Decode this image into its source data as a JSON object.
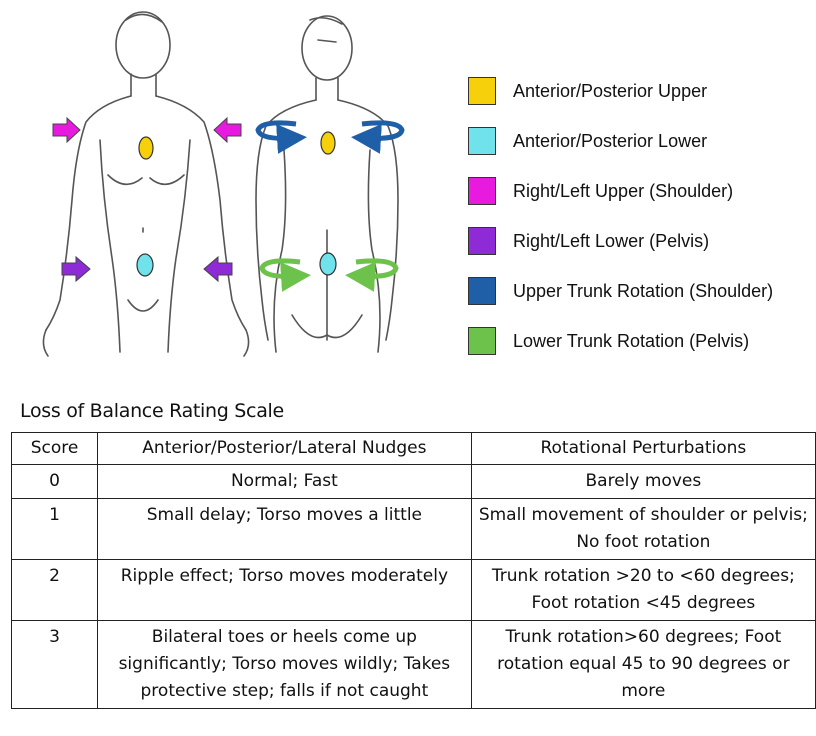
{
  "legend": [
    {
      "label": "Anterior/Posterior Upper",
      "color": "#f6d10b",
      "icon": "yellow-oval-marker"
    },
    {
      "label": "Anterior/Posterior Lower",
      "color": "#6fe2ec",
      "icon": "cyan-oval-marker"
    },
    {
      "label": "Right/Left Upper (Shoulder)",
      "color": "#e81ae0",
      "icon": "magenta-arrow"
    },
    {
      "label": "Right/Left Lower (Pelvis)",
      "color": "#8e2ad6",
      "icon": "purple-arrow"
    },
    {
      "label": "Upper Trunk Rotation (Shoulder)",
      "color": "#1f5fa8",
      "icon": "blue-rotation-arrow"
    },
    {
      "label": "Lower Trunk Rotation (Pelvis)",
      "color": "#6cc24a",
      "icon": "green-rotation-arrow"
    }
  ],
  "scale": {
    "title": "Loss of Balance Rating Scale",
    "headers": [
      "Score",
      "Anterior/Posterior/Lateral Nudges",
      "Rotational Perturbations"
    ],
    "rows": [
      [
        "0",
        "Normal; Fast",
        "Barely moves"
      ],
      [
        "1",
        "Small delay; Torso moves a little",
        "Small movement of shoulder or pelvis; No foot rotation"
      ],
      [
        "2",
        "Ripple effect; Torso moves moderately",
        "Trunk rotation >20 to <60 degrees; Foot rotation <45 degrees"
      ],
      [
        "3",
        "Bilateral toes or heels  come up significantly; Torso moves wildly; Takes protective step; falls if not caught",
        "Trunk rotation>60 degrees; Foot rotation equal 45 to 90 degrees or more"
      ]
    ]
  }
}
